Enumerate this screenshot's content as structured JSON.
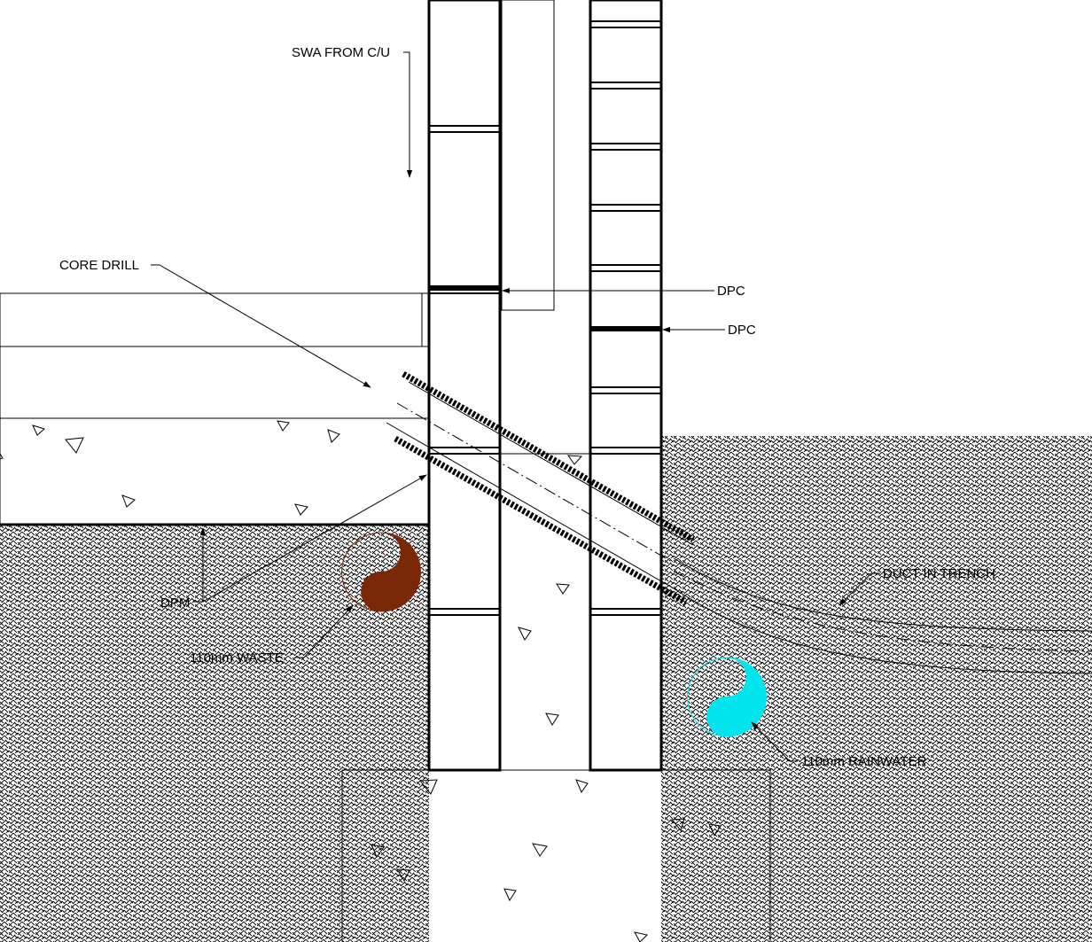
{
  "labels": {
    "swa": "SWA FROM C/U",
    "core_drill": "CORE DRILL",
    "dpc_inner": "DPC",
    "dpc_outer": "DPC",
    "dpm": "DPM",
    "waste": "110mm WASTE",
    "rainwater": "110mm RAINWATER",
    "duct": "DUCT IN TRENCH"
  },
  "colors": {
    "waste_pipe": "#7a2808",
    "rainwater_pipe": "#00e5ee",
    "line": "#000000",
    "background": "#ffffff"
  }
}
